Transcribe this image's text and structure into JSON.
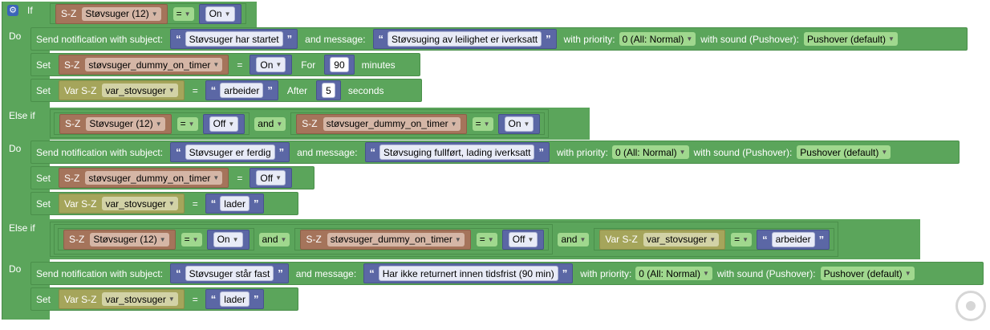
{
  "keywords": {
    "if": "If",
    "do": "Do",
    "else_if": "Else if",
    "set": "Set",
    "send": "Send notification with subject:",
    "and_message": "and message:",
    "with_priority": "with priority:",
    "with_sound": "with sound (Pushover):",
    "for": "For",
    "after": "After",
    "minutes": "minutes",
    "seconds": "seconds",
    "and": "and",
    "sz": "S-Z",
    "var_sz": "Var S-Z"
  },
  "operators": {
    "eq": "="
  },
  "devices": {
    "stovsuger": "Støvsuger (12)",
    "dummy": "støvsuger_dummy_on_timer",
    "var": "var_stovsuger"
  },
  "values": {
    "on": "On",
    "off": "Off",
    "minutes_90": "90",
    "seconds_5": "5",
    "arbeider": "arbeider",
    "lader": "lader"
  },
  "block1": {
    "subject": "Støvsuger har startet",
    "message": "Støvsuging av leilighet er iverksatt"
  },
  "block2": {
    "subject": "Støvsuger er ferdig",
    "message": "Støvsuging fullført, lading iverksatt"
  },
  "block3": {
    "subject": "Støvsuger står fast",
    "message": "Har ikke returnert innen tidsfrist (90 min)"
  },
  "priority": "0 (All: Normal)",
  "sound": "Pushover (default)",
  "icons": {
    "gear": "gear-icon",
    "target": "center-target-icon"
  },
  "colors": {
    "block_green": "#5ba55b",
    "device_tan": "#a5745b",
    "var_olive": "#a5a55b",
    "string_blue": "#5b67a5",
    "gear_blue": "#3b65b8"
  }
}
